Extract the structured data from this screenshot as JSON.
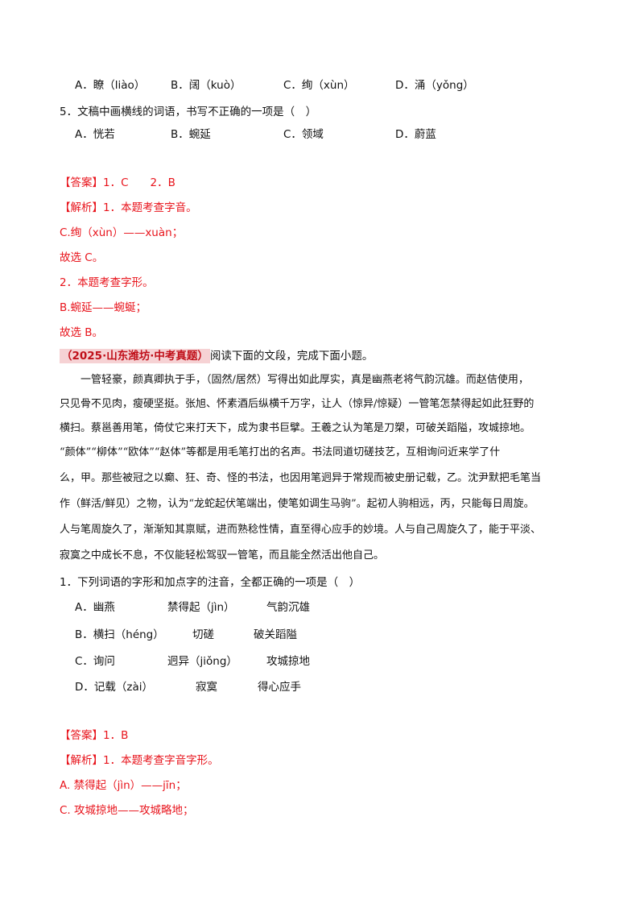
{
  "q4_options": [
    "A．瞭（liào）",
    "B．阔（kuò）",
    "C．绚（xùn）",
    "D．涌（yǒng）"
  ],
  "q5": {
    "stem": "5．文稿中画横线的词语，书写不正确的一项是（　）",
    "options": [
      "A．恍若",
      "B．蜿延",
      "C．领域",
      "D．蔚蓝"
    ]
  },
  "answer1": {
    "answer": "【答案】1．C　　2．B",
    "analysis": "【解析】1．本题考查字音。",
    "lines": [
      "C.绚（xùn）——xuàn；",
      "故选 C。",
      "2．本题考查字形。",
      "B.蜿延——蜿蜒；",
      "故选 B。"
    ]
  },
  "section2": {
    "source": "（2025·山东潍坊·中考真题）",
    "intro": "阅读下面的文段，完成下面小题。",
    "passage": [
      "　　一管轻豪，颜真卿执于手，（固然/居然）写得出如此厚实，真是幽燕老将气韵沉雄。而赵佶使用，",
      "只见骨不见肉，瘦硬坚挺。张旭、怀素酒后纵横千万字，让人（惊异/惊疑）一管笔怎禁得起如此狂野的",
      "横扫。蔡邕善用笔，倚仗它来打天下，成为隶书巨擘。王羲之认为笔是刀槊，可破关蹈隘，攻城掠地。",
      "“颜体”“柳体”“欧体”“赵体”等都是用毛笔打出的名声。书法同道切磋技艺，互相询问近来学了什",
      "么，甲。那些被冠之以癫、狂、奇、怪的书法，也因用笔迥异于常规而被史册记载，乙。沈尹默把毛笔当",
      "作（鲜活/鲜见）之物，认为“龙蛇起伏笔端出，使笔如调生马驹”。起初人驹相远，丙，只能每日周旋。",
      "人与笔周旋久了，渐渐知其禀赋，进而熟稔性情，直至得心应手的妙境。人与自己周旋久了，能于平淡、",
      "寂寞之中成长不息，不仅能轻松驾驭一管笔，而且能全然活出他自己。"
    ]
  },
  "q1": {
    "stem": "1．下列词语的字形和加点字的注音，全都正确的一项是（　）",
    "options": [
      [
        "A．幽燕",
        "禁得起（jìn）",
        "气韵沉雄"
      ],
      [
        "B．横扫（héng）",
        "切磋",
        "破关蹈隘"
      ],
      [
        "C．询问",
        "迥异（jiǒng）",
        "攻城掠地"
      ],
      [
        "D．记载（zài）",
        "寂寞",
        "得心应手"
      ]
    ]
  },
  "answer2": {
    "answer": "【答案】1．B",
    "analysis": "【解析】1．本题考查字音字形。",
    "lines": [
      "A. 禁得起（jìn）——jīn；",
      "C. 攻城掠地——攻城略地；"
    ]
  }
}
